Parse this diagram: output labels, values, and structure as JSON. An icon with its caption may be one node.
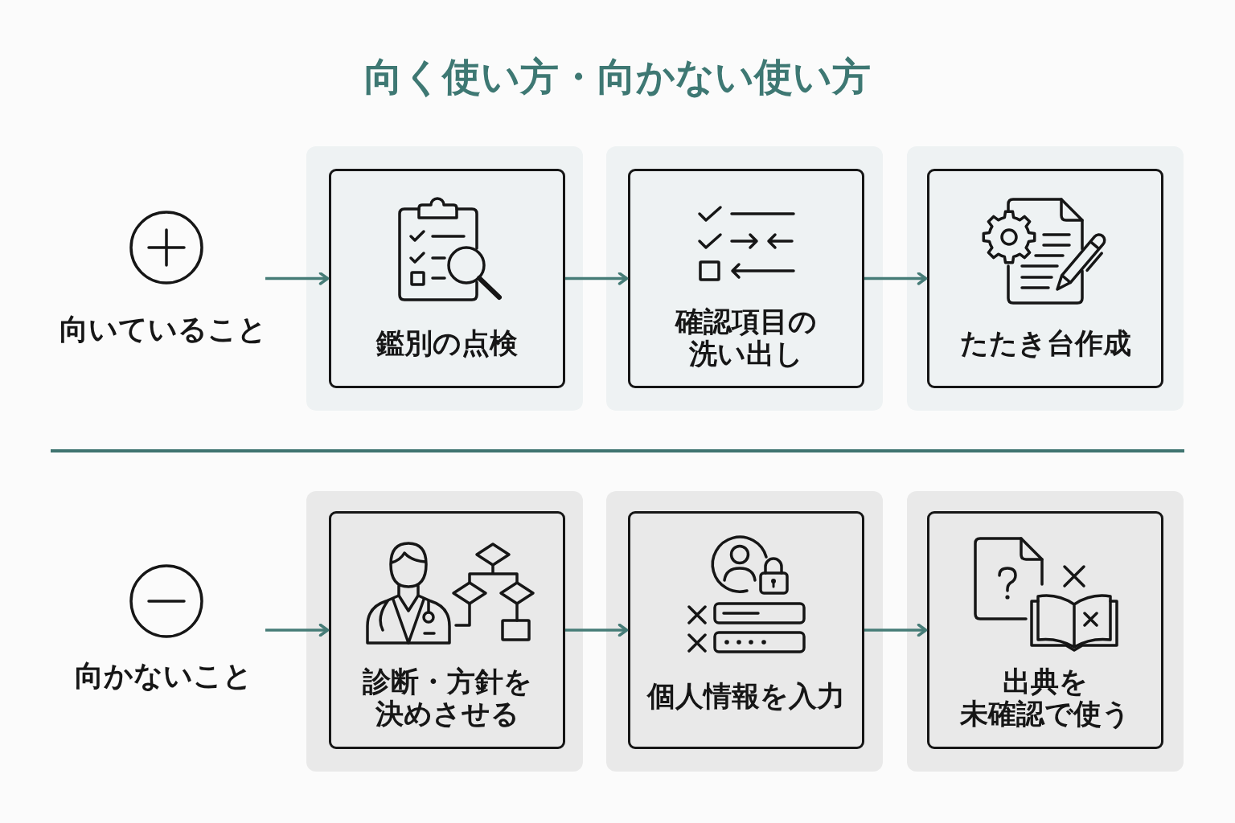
{
  "diagram": {
    "title": "向く使い方・向かない使い方",
    "nodes": [
      {
        "text": [
          "向いていること"
        ]
      },
      {
        "text": [],
        "shape": "box"
      },
      {
        "text": [
          "鑑別の点検"
        ],
        "in": 1
      },
      {
        "text": [],
        "shape": "box"
      },
      {
        "text": [
          "確認項目の洗い出し"
        ],
        "in": 3
      },
      {
        "text": [],
        "shape": "box"
      },
      {
        "text": [
          "たたき台作成"
        ],
        "in": 5
      },
      {
        "text": [
          "向かないこと"
        ]
      },
      {
        "text": [],
        "shape": "box"
      },
      {
        "text": [
          "診断・方針を決めさせる"
        ],
        "in": 8
      },
      {
        "text": [],
        "shape": "box"
      },
      {
        "text": [
          "個人情報を入力"
        ],
        "in": 10
      },
      {
        "text": [],
        "shape": "box"
      },
      {
        "text": [
          "出典を未確認で使う"
        ],
        "in": 12
      }
    ],
    "edges": [
      {
        "from": 0,
        "to": 2,
        "arrow": "to"
      },
      {
        "from": 2,
        "to": 4,
        "arrow": "to"
      },
      {
        "from": 4,
        "to": 6,
        "arrow": "to"
      },
      {
        "from": 7,
        "to": 9,
        "arrow": "to"
      },
      {
        "from": 9,
        "to": 11,
        "arrow": "to"
      },
      {
        "from": 11,
        "to": 13,
        "arrow": "to"
      }
    ]
  }
}
